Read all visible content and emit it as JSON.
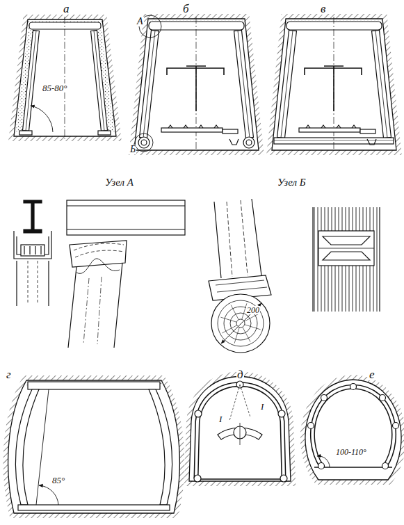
{
  "diagram": {
    "labels": [
      "а",
      "б",
      "в",
      "85-80°",
      "А",
      "Б",
      "Узел А",
      "Узел Б",
      "200",
      "г",
      "д",
      "е",
      "85°",
      "I",
      "I",
      "100-110°"
    ]
  }
}
